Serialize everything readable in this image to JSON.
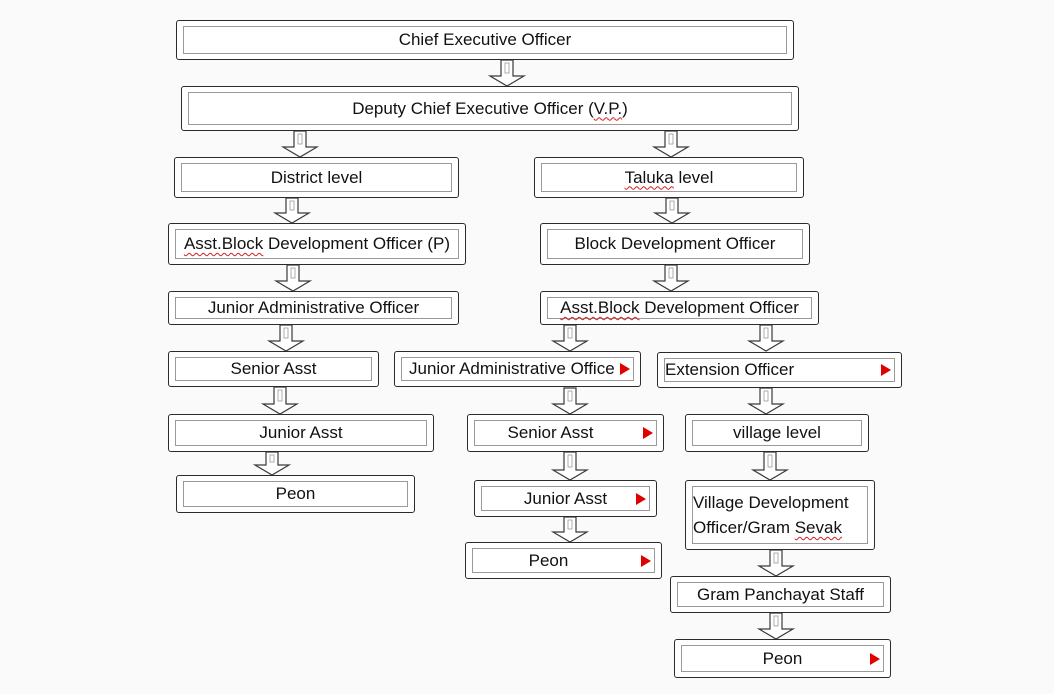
{
  "nodes": [
    {
      "id": "ceo",
      "label": "Chief Executive Officer"
    },
    {
      "id": "dceo",
      "label": "Deputy Chief Executive Officer (V.P.)"
    },
    {
      "id": "district",
      "label": "District level"
    },
    {
      "id": "taluka",
      "label": "Taluka level"
    },
    {
      "id": "abdo_p",
      "label": "Asst.Block Development Officer (P)"
    },
    {
      "id": "bdo",
      "label": "Block Development Officer"
    },
    {
      "id": "jao_left",
      "label": "Junior Administrative Officer"
    },
    {
      "id": "abdo",
      "label": "Asst.Block Development Officer"
    },
    {
      "id": "sa_left",
      "label": "Senior Asst"
    },
    {
      "id": "jao_mid",
      "label": "Junior Administrative Office",
      "marker": true
    },
    {
      "id": "ext",
      "label": "Extension Officer",
      "marker": true
    },
    {
      "id": "ja_left",
      "label": "Junior Asst"
    },
    {
      "id": "sa_mid",
      "label": "Senior Asst",
      "marker": true
    },
    {
      "id": "village",
      "label": "village level"
    },
    {
      "id": "peon_left",
      "label": "Peon"
    },
    {
      "id": "ja_mid",
      "label": "Junior Asst",
      "marker": true
    },
    {
      "id": "vdo",
      "label": "Village Development Officer/Gram Sevak"
    },
    {
      "id": "peon_mid",
      "label": "Peon",
      "marker": true
    },
    {
      "id": "gps",
      "label": "Gram Panchayat Staff"
    },
    {
      "id": "peon_right",
      "label": "Peon",
      "marker": true
    }
  ],
  "edges": [
    [
      "ceo",
      "dceo"
    ],
    [
      "dceo",
      "district"
    ],
    [
      "dceo",
      "taluka"
    ],
    [
      "district",
      "abdo_p"
    ],
    [
      "abdo_p",
      "jao_left"
    ],
    [
      "jao_left",
      "sa_left"
    ],
    [
      "sa_left",
      "ja_left"
    ],
    [
      "ja_left",
      "peon_left"
    ],
    [
      "taluka",
      "bdo"
    ],
    [
      "bdo",
      "abdo"
    ],
    [
      "abdo",
      "jao_mid"
    ],
    [
      "abdo",
      "ext"
    ],
    [
      "jao_mid",
      "sa_mid"
    ],
    [
      "sa_mid",
      "ja_mid"
    ],
    [
      "ja_mid",
      "peon_mid"
    ],
    [
      "ext",
      "village"
    ],
    [
      "village",
      "vdo"
    ],
    [
      "vdo",
      "gps"
    ],
    [
      "gps",
      "peon_right"
    ]
  ],
  "colors": {
    "marker": "#e00000",
    "border": "#2b2b2b",
    "background": "#fafafa"
  }
}
